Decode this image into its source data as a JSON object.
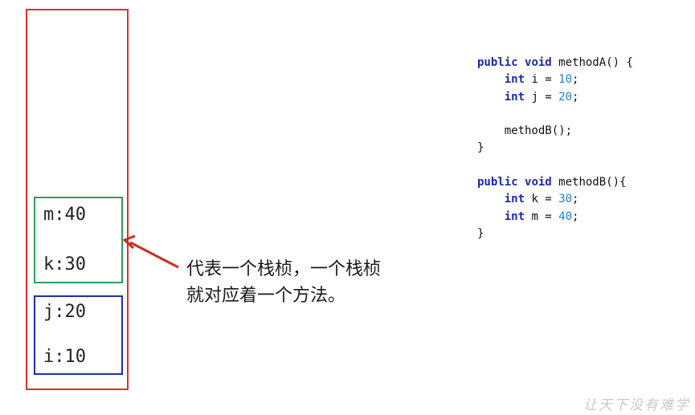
{
  "stack": {
    "frame_b": {
      "vars": [
        "m:40",
        "k:30"
      ]
    },
    "frame_a": {
      "vars": [
        "j:20",
        "i:10"
      ]
    }
  },
  "annotation": {
    "lines": [
      "代表一个栈桢，一个栈桢",
      "就对应着一个方法。"
    ]
  },
  "code": {
    "method_a": {
      "line1": {
        "kw1": "public",
        "kw2": "void",
        "rest": " methodA() {"
      },
      "line2": {
        "indent": "    ",
        "kw": "int",
        "mid": " i = ",
        "num": "10",
        "end": ";"
      },
      "line3": {
        "indent": "    ",
        "kw": "int",
        "mid": " j = ",
        "num": "20",
        "end": ";"
      },
      "line5": "    methodB();",
      "line6": "}"
    },
    "method_b": {
      "line1": {
        "kw1": "public",
        "kw2": "void",
        "rest": " methodB(){"
      },
      "line2": {
        "indent": "    ",
        "kw": "int",
        "mid": " k = ",
        "num": "30",
        "end": ";"
      },
      "line3": {
        "indent": "    ",
        "kw": "int",
        "mid": " m = ",
        "num": "40",
        "end": ";"
      },
      "line4": "}"
    }
  },
  "watermark": "让天下没有难学",
  "colors": {
    "stack_border": "#e0302a",
    "frame_b_border": "#2e9e5b",
    "frame_a_border": "#1f2fb0",
    "arrow": "#c8302a",
    "keyword": "#1b2aa8",
    "number": "#1c7fd6"
  }
}
